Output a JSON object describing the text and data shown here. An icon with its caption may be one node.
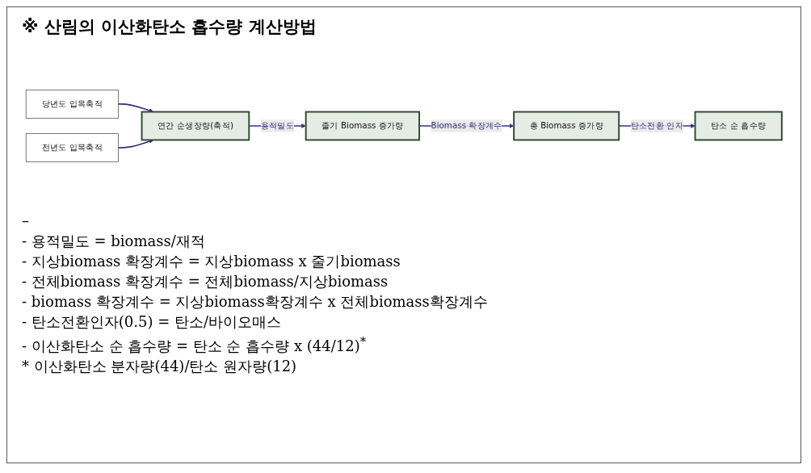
{
  "diagram": {
    "title": "※ 산림의 이산화탄소 흡수량 계산방법",
    "nodes": [
      {
        "text": [
          "당년도 입목축적"
        ]
      },
      {
        "text": [
          "전년도 입목축적"
        ]
      },
      {
        "text": [
          "연간 순생장량(축적)"
        ]
      },
      {
        "text": [
          "줄기 Biomass 증가량"
        ]
      },
      {
        "text": [
          "총 Biomass 증가량"
        ]
      },
      {
        "text": [
          "탄소 순 흡수량"
        ]
      }
    ],
    "edges": [
      {
        "from": 0,
        "to": 2,
        "arrow": "to"
      },
      {
        "from": 1,
        "to": 2,
        "arrow": "to"
      },
      {
        "from": 2,
        "to": 3,
        "arrow": "to",
        "label": "용적밀도"
      },
      {
        "from": 3,
        "to": 4,
        "arrow": "to",
        "label": "Biomass 확장계수"
      },
      {
        "from": 4,
        "to": 5,
        "arrow": "to",
        "label": "탄소전환 인자"
      }
    ],
    "labels": [
      "–",
      "- 용적밀도 = biomass/재적",
      "- 지상biomass 확장계수 = 지상biomass x 줄기biomass",
      "- 전체biomass 확장계수 = 전체biomass/지상biomass",
      "- biomass 확장계수 = 지상biomass확장계수 x 전체biomass확장계수",
      "- 탄소전환인자(0.5) = 탄소/바이오매스",
      "- 이산화탄소 순 흡수량 = 탄소 순 흡수량 x (44/12)$^{*}$",
      "* 이산화탄소 분자량(44)/탄소 원자량(12)"
    ]
  }
}
